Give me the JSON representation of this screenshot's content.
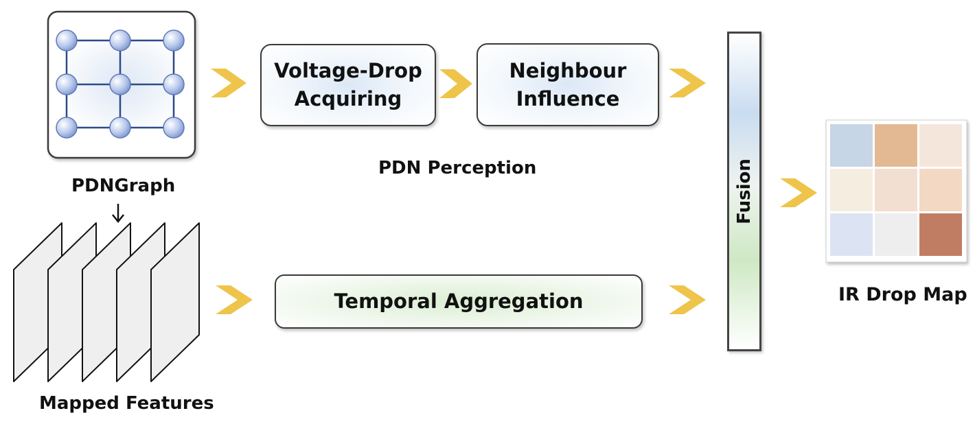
{
  "pdn_graph": {
    "label": "PDNGraph"
  },
  "mapped_features": {
    "label": "Mapped Features"
  },
  "pdn_perception": {
    "label": "PDN Perception",
    "voltage_drop": {
      "line1": "Voltage-Drop",
      "line2": "Acquiring"
    },
    "neighbour": {
      "line1": "Neighbour",
      "line2": "Influence"
    }
  },
  "temporal": {
    "label": "Temporal Aggregation"
  },
  "fusion": {
    "label": "Fusion"
  },
  "ir_drop_map": {
    "label": "IR Drop Map",
    "cells": [
      "#c6d6e6",
      "#e3b994",
      "#f5e6db",
      "#f6ede1",
      "#f2dfd2",
      "#f3d8c4",
      "#dce3f3",
      "#eeeeee",
      "#c17d63"
    ]
  },
  "colors": {
    "arrow": "#eec44a",
    "node": "#b8c9ec",
    "edge": "#2d4a8a"
  }
}
